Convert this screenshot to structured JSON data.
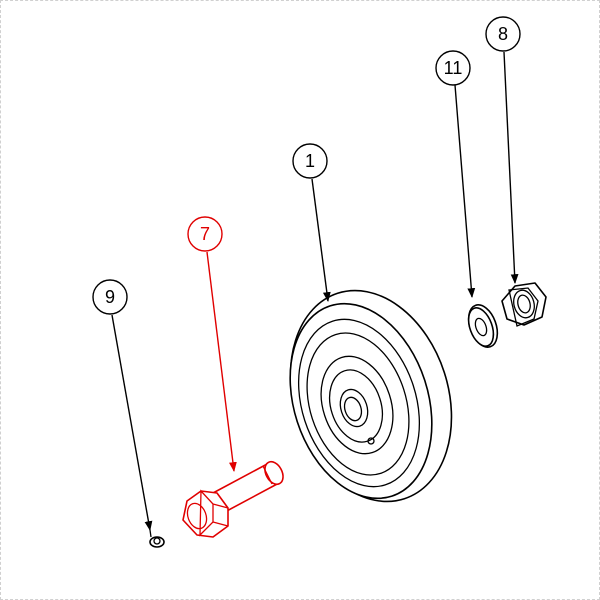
{
  "callouts": {
    "wheel": {
      "label": "1",
      "color": "#000000"
    },
    "bolt": {
      "label": "7",
      "color": "#e00000"
    },
    "nut": {
      "label": "8",
      "color": "#000000"
    },
    "fitting": {
      "label": "9",
      "color": "#000000"
    },
    "washer": {
      "label": "11",
      "color": "#000000"
    }
  },
  "highlight_color": "#e00000",
  "line_color": "#000000"
}
